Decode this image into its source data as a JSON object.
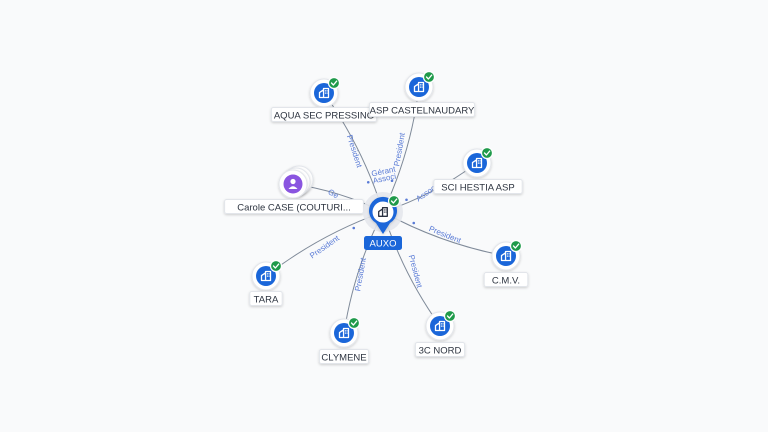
{
  "center": {
    "name": "AUXO",
    "icon": "company-icon",
    "verified": true
  },
  "nodes": [
    {
      "id": "aqua",
      "name": "AQUA SEC PRESSING",
      "icon": "company-icon",
      "verified": true
    },
    {
      "id": "asp",
      "name": "ASP CASTELNAUDARY",
      "icon": "company-icon",
      "verified": true
    },
    {
      "id": "hestia",
      "name": "SCI HESTIA ASP",
      "icon": "company-icon",
      "verified": true
    },
    {
      "id": "cmv",
      "name": "C.M.V.",
      "icon": "company-icon",
      "verified": true
    },
    {
      "id": "nord",
      "name": "3C NORD",
      "icon": "company-icon",
      "verified": true
    },
    {
      "id": "clymene",
      "name": "CLYMENE",
      "icon": "company-icon",
      "verified": true
    },
    {
      "id": "tara",
      "name": "TARA",
      "icon": "company-icon",
      "verified": true
    },
    {
      "id": "carole",
      "name": "Carole CASE (COUTURI...",
      "icon": "person-icon",
      "verified": false
    }
  ],
  "edges": [
    {
      "to": "aqua",
      "label": "President"
    },
    {
      "to": "asp",
      "label": "President"
    },
    {
      "to": "hestia",
      "label": "Associ"
    },
    {
      "to": "cmv",
      "label": "President"
    },
    {
      "to": "nord",
      "label": "President"
    },
    {
      "to": "clymene",
      "label": "President"
    },
    {
      "to": "tara",
      "label": "President"
    },
    {
      "to": "carole",
      "label": "Ge"
    }
  ],
  "extra_labels": [
    "Gérant",
    "Associ"
  ],
  "colors": {
    "company_blue": "#1a66d9",
    "person_purple": "#8a55e0",
    "verified_green": "#1f9a4a",
    "edge": "#7f8a99",
    "edge_label": "#5a7bd6"
  }
}
